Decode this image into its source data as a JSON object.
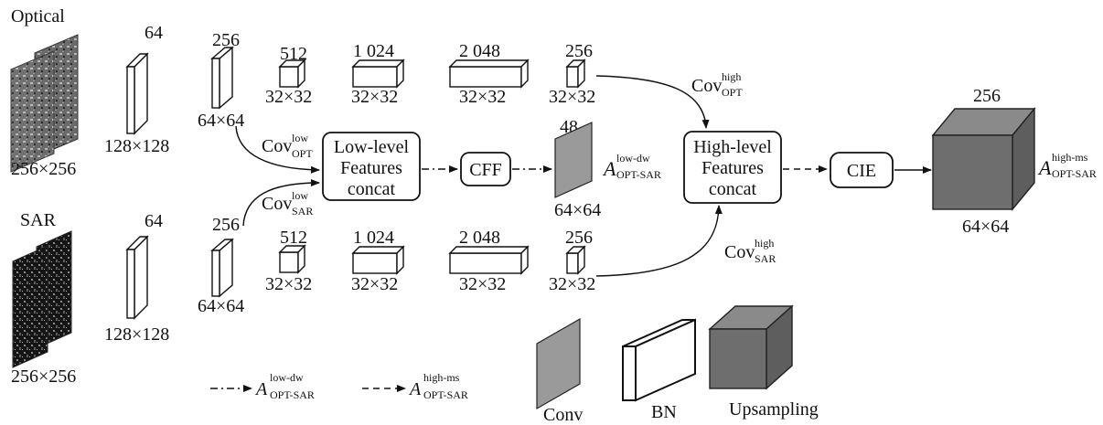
{
  "inputs": {
    "optical": {
      "name": "Optical",
      "size": "256×256"
    },
    "sar": {
      "name": "SAR",
      "size": "256×256"
    }
  },
  "top_branch": {
    "c1": {
      "channels": "64",
      "size": "128×128"
    },
    "c2": {
      "channels": "256",
      "size": "64×64"
    },
    "c3": {
      "channels": "512",
      "size": "32×32"
    },
    "c4": {
      "channels": "1 024",
      "size": "32×32"
    },
    "c5": {
      "channels": "2 048",
      "size": "32×32"
    },
    "c6": {
      "channels": "256",
      "size": "32×32"
    }
  },
  "bottom_branch": {
    "c1": {
      "channels": "64",
      "size": "128×128"
    },
    "c2": {
      "channels": "256",
      "size": "64×64"
    },
    "c3": {
      "channels": "512",
      "size": "32×32"
    },
    "c4": {
      "channels": "1 024",
      "size": "32×32"
    },
    "c5": {
      "channels": "2 048",
      "size": "32×32"
    },
    "c6": {
      "channels": "256",
      "size": "32×32"
    }
  },
  "modules": {
    "low_level": [
      "Low-level",
      "Features",
      "concat"
    ],
    "high_level": [
      "High-level",
      "Features",
      "concat"
    ],
    "cff": "CFF",
    "cie": "CIE"
  },
  "edge_labels": {
    "cov_low_opt": {
      "base": "Cov",
      "sup": "low",
      "sub": "OPT"
    },
    "cov_low_sar": {
      "base": "Cov",
      "sup": "low",
      "sub": "SAR"
    },
    "cov_high_opt": {
      "base": "Cov",
      "sup": "high",
      "sub": "OPT"
    },
    "cov_high_sar": {
      "base": "Cov",
      "sup": "high",
      "sub": "SAR"
    }
  },
  "outputs": {
    "low_dw": {
      "channels": "48",
      "size": "64×64",
      "base": "A",
      "sup": "low-dw",
      "sub": "OPT-SAR"
    },
    "high_ms": {
      "channels": "256",
      "size": "64×64",
      "base": "A",
      "sup": "high-ms",
      "sub": "OPT-SAR"
    }
  },
  "legend": {
    "dashdot": {
      "base": "A",
      "sup": "low-dw",
      "sub": "OPT-SAR"
    },
    "dashed": {
      "base": "A",
      "sup": "high-ms",
      "sub": "OPT-SAR"
    },
    "conv": "Conv",
    "bn": "BN",
    "upsampling": "Upsampling"
  },
  "colors": {
    "conv_fill": "#9a9a9a",
    "upsampling_fill": "#6e6e6e",
    "line": "#111111"
  }
}
